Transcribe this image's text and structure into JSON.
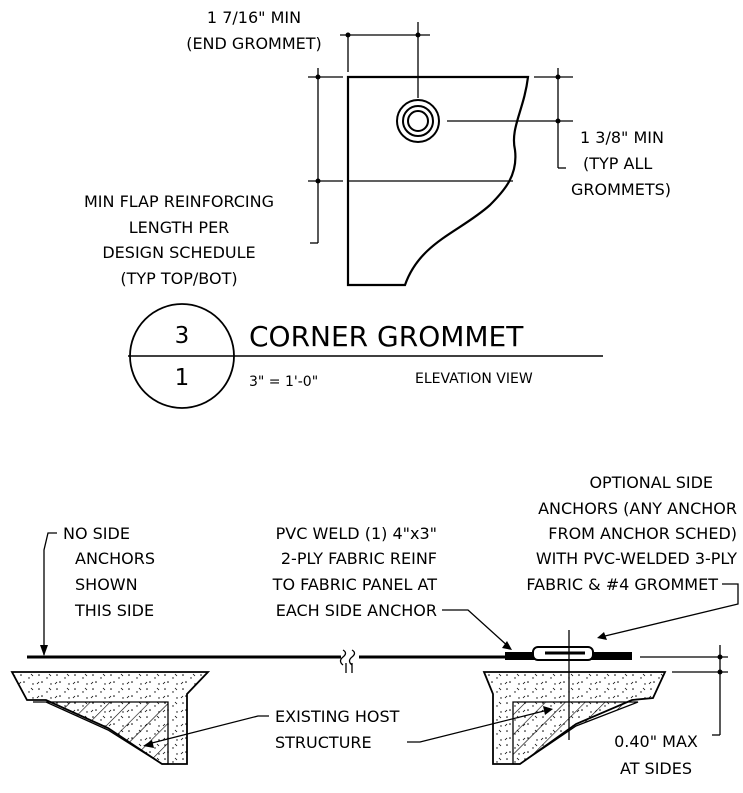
{
  "top_detail": {
    "end_grommet_dim": [
      "1 7/16\" MIN",
      "(END GROMMET)"
    ],
    "grommet_dim": [
      "1 3/8\" MIN",
      "(TYP ALL",
      "GROMMETS)"
    ],
    "flap_reinforcing": [
      "MIN FLAP REINFORCING",
      "LENGTH PER",
      "DESIGN SCHEDULE",
      "(TYP TOP/BOT)"
    ]
  },
  "title_block": {
    "detail_number": "3",
    "sheet_number": "1",
    "title": "CORNER GROMMET",
    "scale": "3\" = 1'-0\"",
    "view": "ELEVATION VIEW"
  },
  "bottom_detail": {
    "no_side_anchors": [
      "NO SIDE",
      "ANCHORS",
      "SHOWN",
      "THIS SIDE"
    ],
    "pvc_weld": [
      "PVC WELD (1) 4\"x3\"",
      "2-PLY FABRIC REINF",
      "TO FABRIC PANEL AT",
      "EACH SIDE ANCHOR"
    ],
    "optional_anchors": [
      "OPTIONAL SIDE",
      "ANCHORS (ANY ANCHOR",
      "FROM ANCHOR SCHED)",
      "WITH PVC-WELDED 3-PLY",
      "FABRIC & #4 GROMMET"
    ],
    "host_structure": [
      "EXISTING HOST",
      "STRUCTURE"
    ],
    "max_gap": [
      "0.40\" MAX",
      "AT SIDES"
    ]
  }
}
